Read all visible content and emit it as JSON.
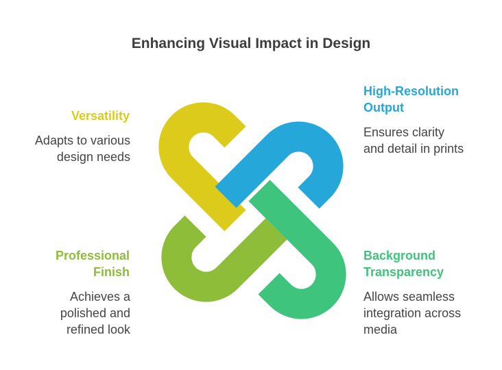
{
  "title": "Enhancing Visual Impact in Design",
  "colors": {
    "versatility": "#dccb1a",
    "high_resolution": "#25a8d9",
    "professional": "#8ebd3a",
    "background": "#3ec47d"
  },
  "items": {
    "versatility": {
      "heading": "Versatility",
      "desc": [
        "Adapts to various",
        "design needs"
      ]
    },
    "high_resolution": {
      "heading": [
        "High-Resolution",
        "Output"
      ],
      "desc": [
        "Ensures clarity",
        "and detail in prints"
      ]
    },
    "professional": {
      "heading": [
        "Professional",
        "Finish"
      ],
      "desc": [
        "Achieves a",
        "polished and",
        "refined look"
      ]
    },
    "background": {
      "heading": [
        "Background",
        "Transparency"
      ],
      "desc": [
        "Allows seamless",
        "integration across",
        "media"
      ]
    }
  }
}
